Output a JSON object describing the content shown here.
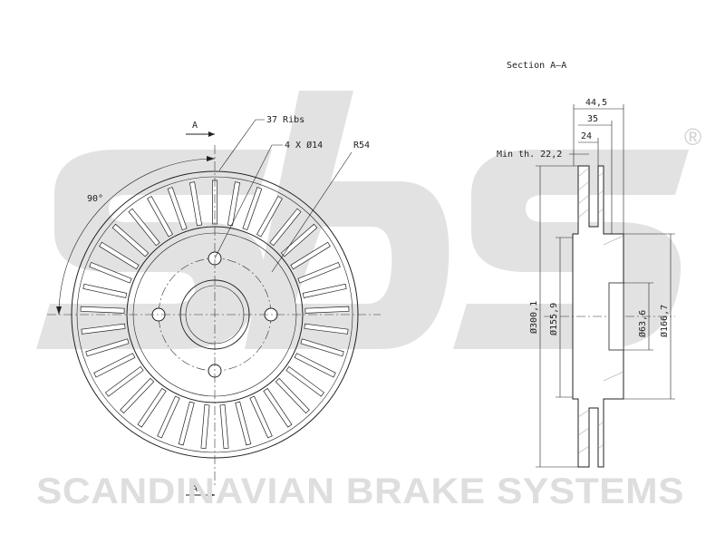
{
  "front_view": {
    "section_marker_top": "A",
    "section_marker_bottom": "A",
    "ribs_label": "37 Ribs",
    "bolt_label": "4 X Ø14",
    "bolt_radius_label": "R54",
    "angle_label": "90°",
    "rib_count": 37,
    "bolt_count": 4
  },
  "section_view": {
    "title": "Section A–A",
    "min_thickness_label": "Min th. 22,2",
    "dim_44_5": "44,5",
    "dim_35": "35",
    "dim_24": "24",
    "dia_outer": "Ø300,1",
    "dia_hat": "Ø155,9",
    "dia_center": "Ø63,6",
    "dia_hub": "Ø166,7"
  },
  "brand": {
    "tagline": "SCANDINAVIAN BRAKE SYSTEMS",
    "registered_mark": "®",
    "watermark_color": "#dcdcdc"
  }
}
